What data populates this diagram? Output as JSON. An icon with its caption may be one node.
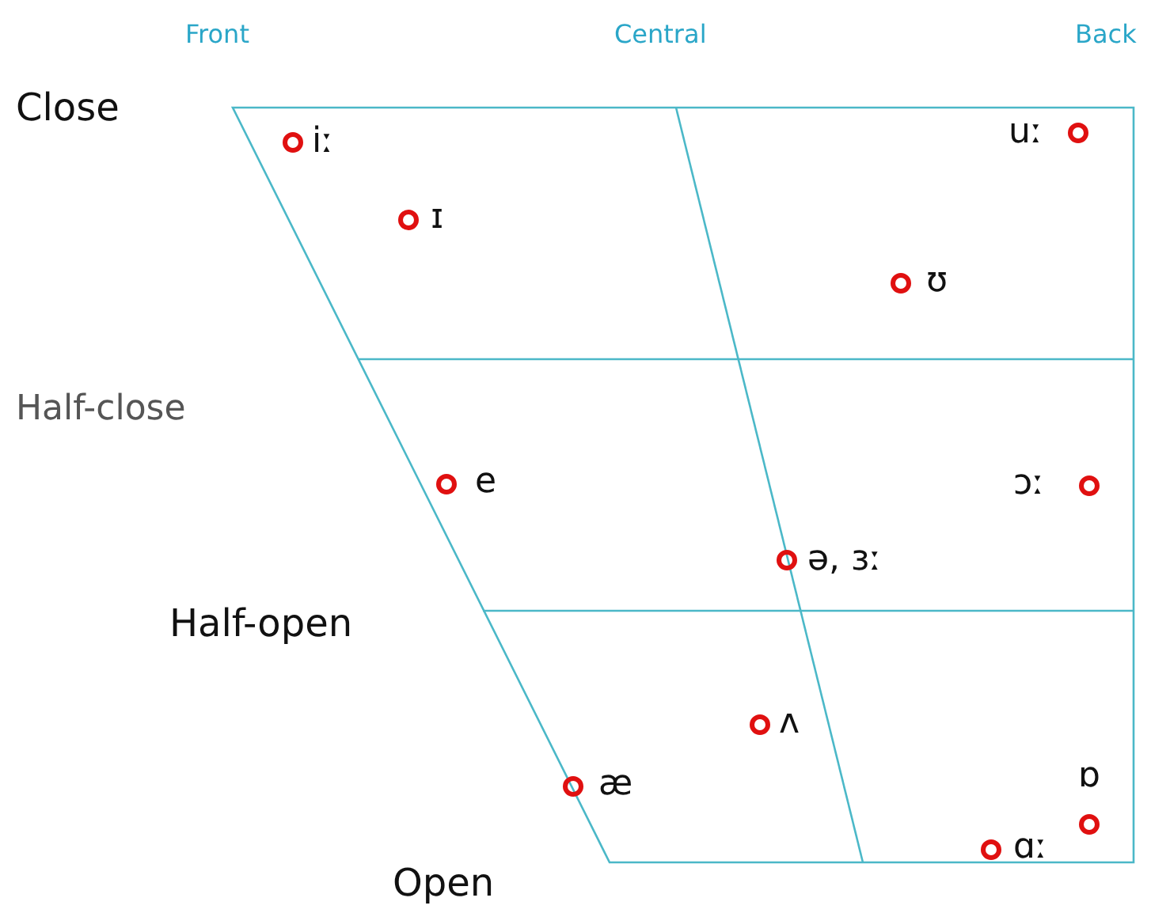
{
  "diagram": {
    "labels": [
      "Front",
      "Central",
      "Back",
      "Close",
      "iː",
      "uː",
      "ɪ",
      "ʊ",
      "Half-close",
      "e",
      "ɔː",
      "ə, ɜː",
      "Half-open",
      "ʌ",
      "æ",
      "ɒ",
      "ɑː",
      "Open"
    ]
  }
}
